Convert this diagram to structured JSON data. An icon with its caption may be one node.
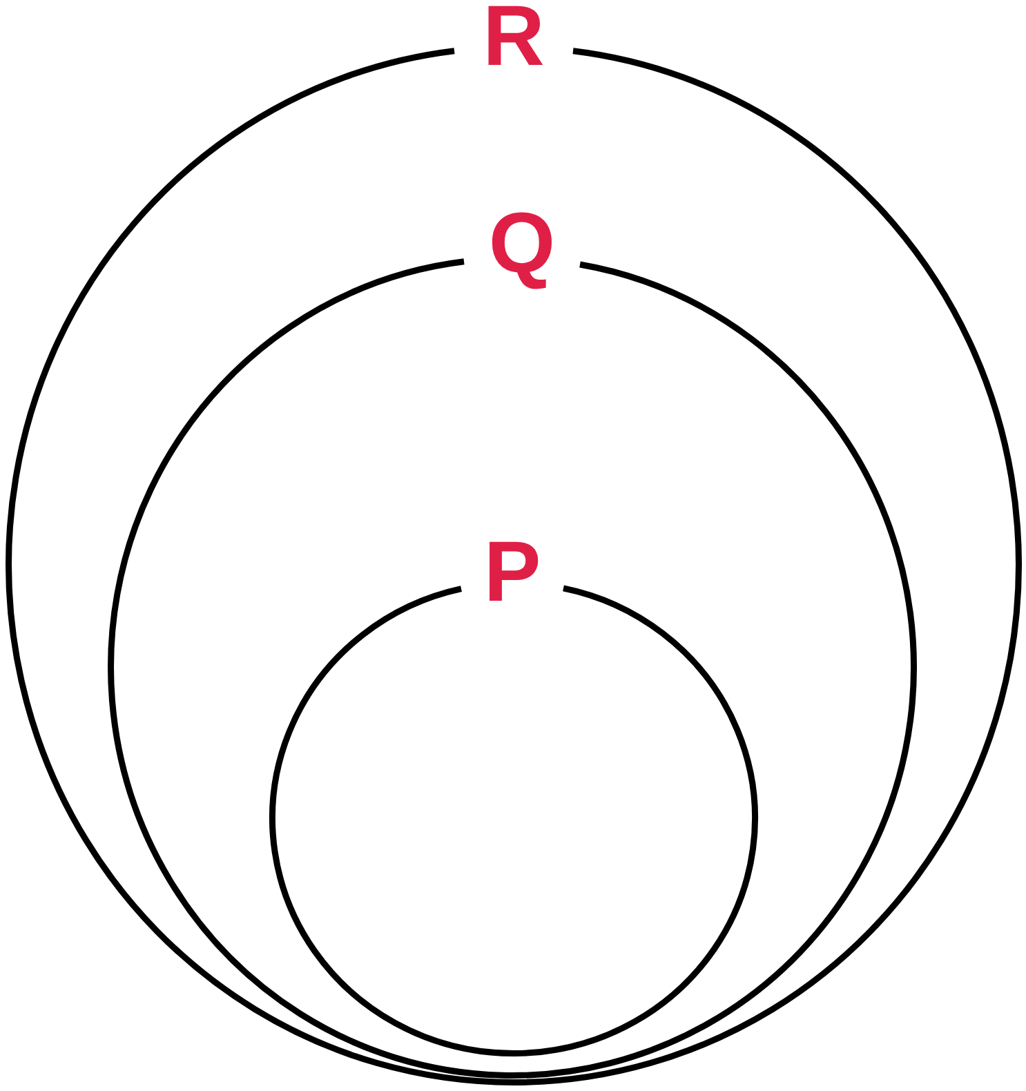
{
  "diagram": {
    "nodes": [
      {
        "text": [
          "R"
        ]
      },
      {
        "text": [
          "Q"
        ],
        "in": 0
      },
      {
        "text": [
          "P"
        ],
        "in": 1
      }
    ]
  }
}
